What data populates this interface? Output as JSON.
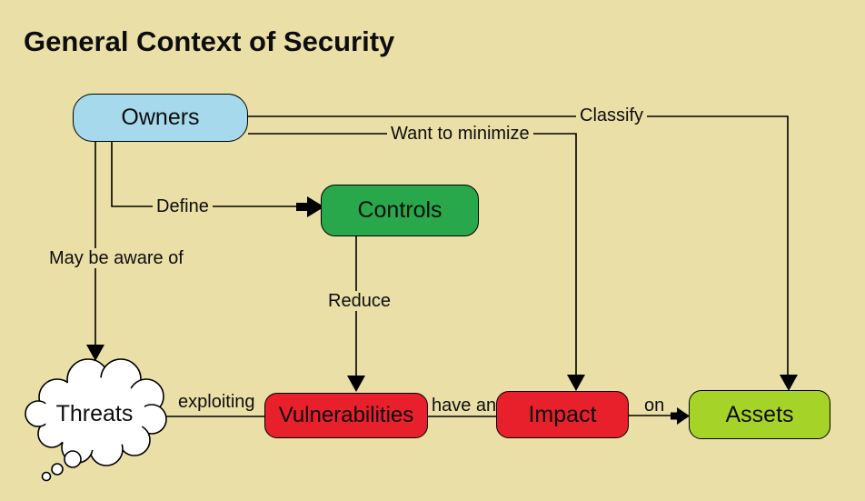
{
  "title": "General Context of Security",
  "colors": {
    "background": "#eadfa7",
    "owners": "#a6d9ec",
    "controls": "#29a84b",
    "vulnerabilities": "#e7202b",
    "impact": "#e7202b",
    "assets": "#a6d327",
    "cloud": "#ffffff",
    "line": "#000000"
  },
  "nodes": {
    "owners": {
      "label": "Owners",
      "shape": "rounded-rect"
    },
    "controls": {
      "label": "Controls",
      "shape": "rounded-rect"
    },
    "threats": {
      "label": "Threats",
      "shape": "thought-cloud"
    },
    "vulnerabilities": {
      "label": "Vulnerabilities",
      "shape": "rounded-rect"
    },
    "impact": {
      "label": "Impact",
      "shape": "rounded-rect"
    },
    "assets": {
      "label": "Assets",
      "shape": "rounded-rect"
    }
  },
  "edges": {
    "classify": {
      "label": "Classify",
      "from": "owners",
      "to": "assets"
    },
    "want_to_minimize": {
      "label": "Want to minimize",
      "from": "owners",
      "to": "impact"
    },
    "define": {
      "label": "Define",
      "from": "owners",
      "to": "controls"
    },
    "may_be_aware_of": {
      "label": "May be aware of",
      "from": "owners",
      "to": "threats"
    },
    "reduce": {
      "label": "Reduce",
      "from": "controls",
      "to": "vulnerabilities"
    },
    "exploiting": {
      "label": "exploiting",
      "from": "threats",
      "to": "vulnerabilities"
    },
    "have_an": {
      "label": "have an",
      "from": "vulnerabilities",
      "to": "impact"
    },
    "on": {
      "label": "on",
      "from": "impact",
      "to": "assets"
    }
  }
}
